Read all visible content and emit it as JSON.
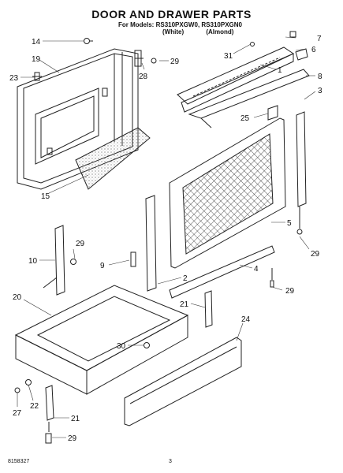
{
  "header": {
    "title": "DOOR AND DRAWER PARTS",
    "models_prefix": "For Models:",
    "model_white": "RS310PXGW0",
    "model_almond": "RS310PXGN0",
    "color_white": "(White)",
    "color_almond": "(Almond)"
  },
  "callouts": [
    {
      "id": "c14a",
      "label": "14"
    },
    {
      "id": "c19",
      "label": "19"
    },
    {
      "id": "c23",
      "label": "23"
    },
    {
      "id": "c15",
      "label": "15"
    },
    {
      "id": "c29a",
      "label": "29"
    },
    {
      "id": "c28",
      "label": "28"
    },
    {
      "id": "c31",
      "label": "31"
    },
    {
      "id": "c7",
      "label": "7"
    },
    {
      "id": "c6",
      "label": "6"
    },
    {
      "id": "c1",
      "label": "1"
    },
    {
      "id": "c8",
      "label": "8"
    },
    {
      "id": "c3",
      "label": "3"
    },
    {
      "id": "c25",
      "label": "25"
    },
    {
      "id": "c5",
      "label": "5"
    },
    {
      "id": "c29b",
      "label": "29"
    },
    {
      "id": "c4",
      "label": "4"
    },
    {
      "id": "c29c",
      "label": "29"
    },
    {
      "id": "c2",
      "label": "2"
    },
    {
      "id": "c9",
      "label": "9"
    },
    {
      "id": "c29d",
      "label": "29"
    },
    {
      "id": "c10",
      "label": "10"
    },
    {
      "id": "c20",
      "label": "20"
    },
    {
      "id": "c21a",
      "label": "21"
    },
    {
      "id": "c24",
      "label": "24"
    },
    {
      "id": "c30",
      "label": "30"
    },
    {
      "id": "c22",
      "label": "22"
    },
    {
      "id": "c27",
      "label": "27"
    },
    {
      "id": "c21b",
      "label": "21"
    },
    {
      "id": "c29e",
      "label": "29"
    }
  ],
  "footer": {
    "doc_number": "8158327",
    "page_number": "3"
  }
}
